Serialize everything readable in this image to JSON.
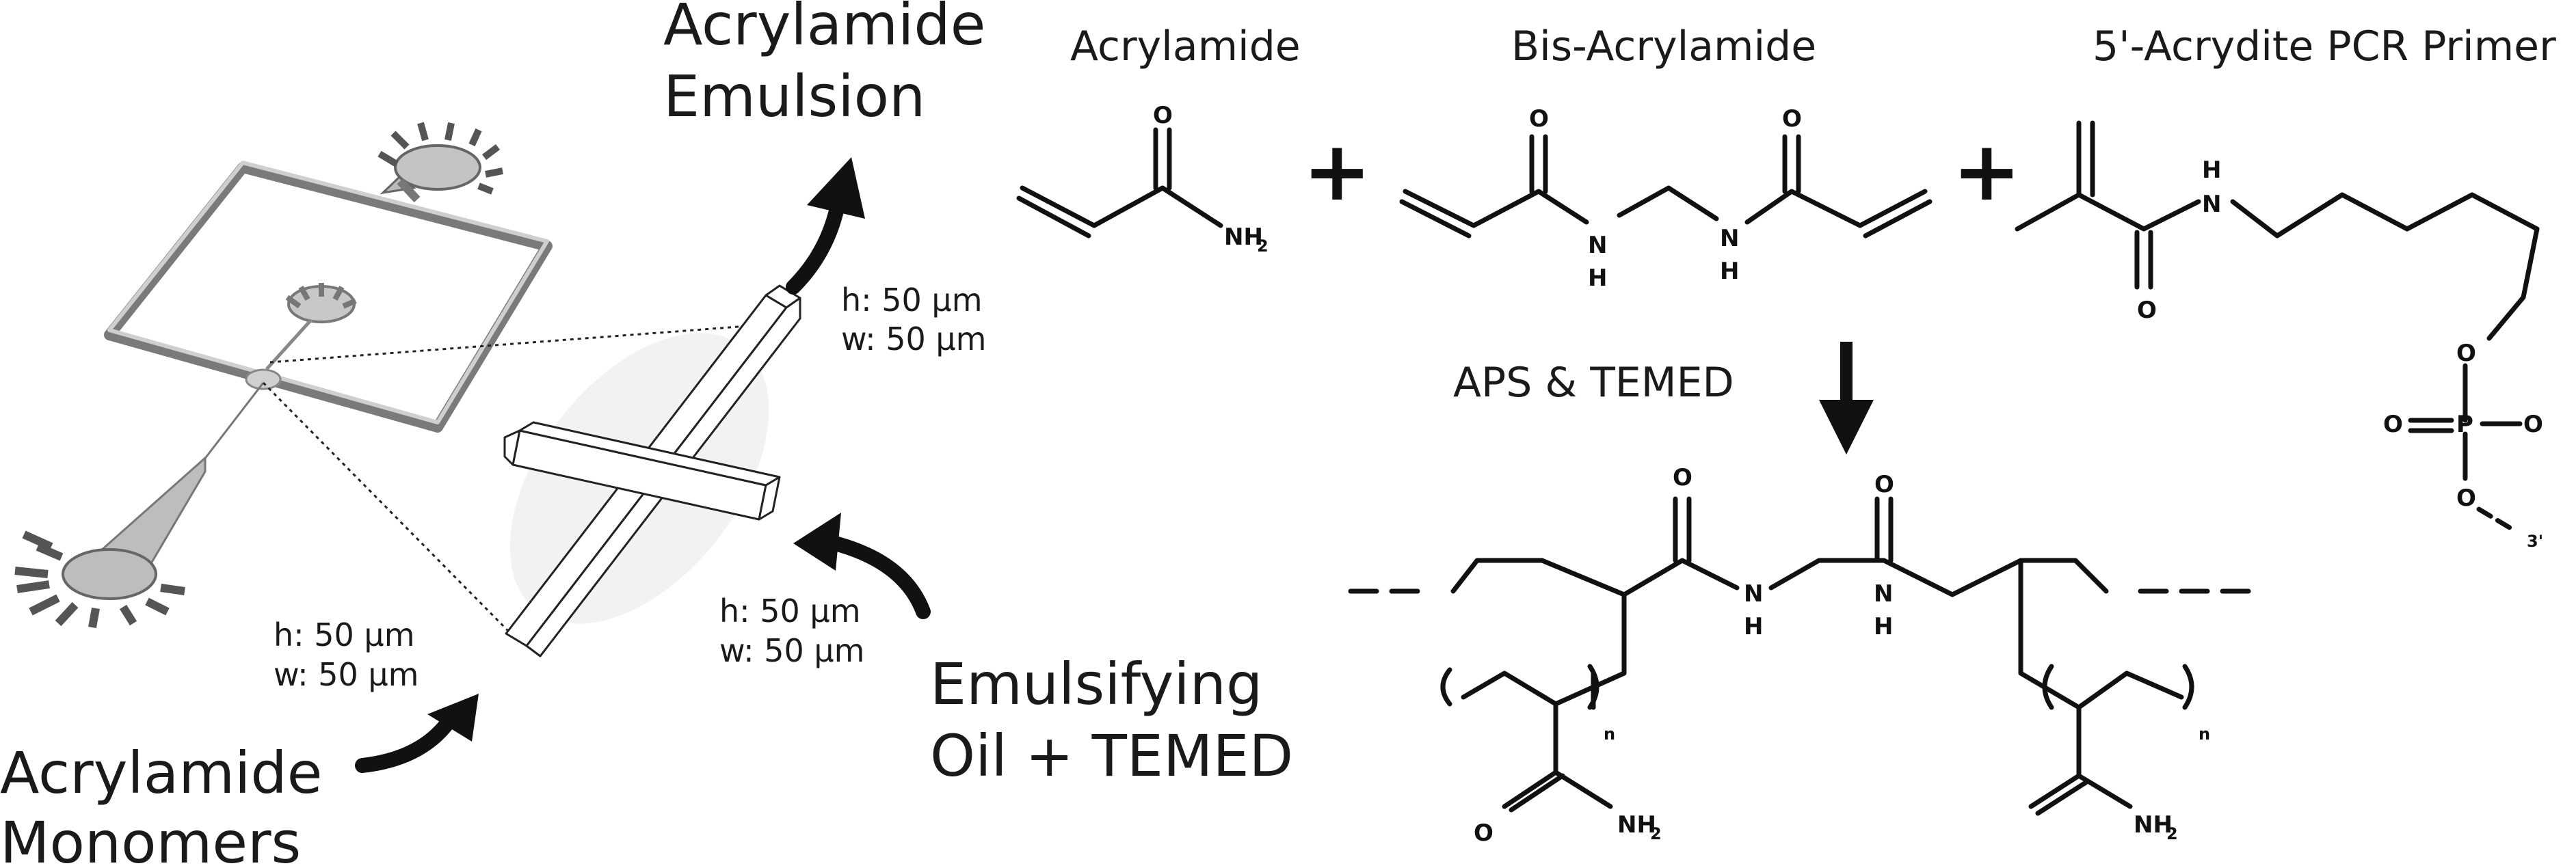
{
  "labels": {
    "acrylamide_emulsion_1": "Acrylamide",
    "acrylamide_emulsion_2": "Emulsion",
    "acrylamide_monomers_1": "Acrylamide",
    "acrylamide_monomers_2": "Monomers",
    "emulsifying_oil_1": "Emulsifying",
    "emulsifying_oil_2": "Oil + TEMED",
    "dim_top_h": "h: 50 µm",
    "dim_top_w": "w: 50 µm",
    "dim_left_h": "h: 50 µm",
    "dim_left_w": "w: 50 µm",
    "dim_right_h": "h: 50 µm",
    "dim_right_w": "w: 50 µm"
  },
  "chemistry": {
    "acrylamide_title": "Acrylamide",
    "bis_acrylamide_title": "Bis-Acrylamide",
    "primer_title": "5'-Acrydite PCR Primer",
    "plus": "+",
    "catalyst": "APS & TEMED",
    "atoms": {
      "O": "O",
      "NH2": "NH",
      "sub2": "2",
      "N": "N",
      "H": "H",
      "P": "P",
      "three_prime": "3'",
      "n": "n"
    }
  }
}
